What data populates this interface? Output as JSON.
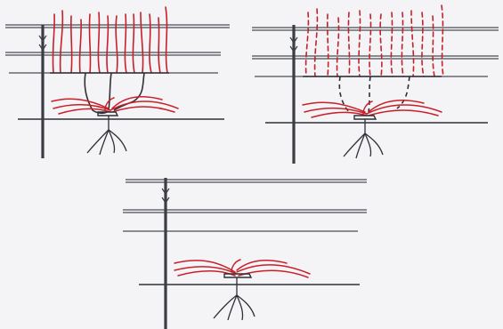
{
  "figure": {
    "panels": [
      {
        "id": "panel-1",
        "cane_style": "solid"
      },
      {
        "id": "panel-2",
        "cane_style": "dashed"
      },
      {
        "id": "panel-3",
        "cane_style": "none"
      }
    ]
  },
  "colors": {
    "background": "#f4f3f6",
    "structure": "#3b3d44",
    "cane": "#c8202a",
    "wire": "#4a4d55"
  }
}
